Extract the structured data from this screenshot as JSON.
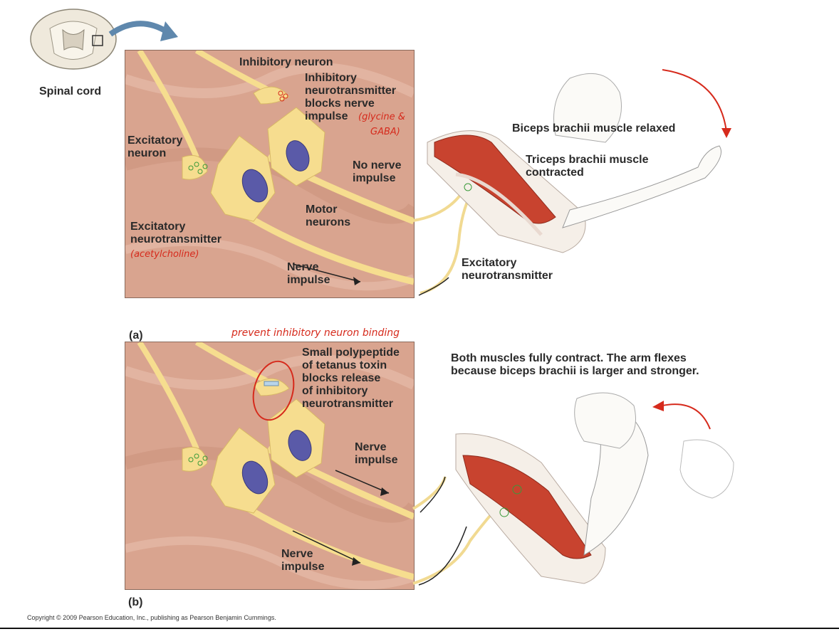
{
  "spinal_cord": {
    "label": "Spinal cord"
  },
  "panel_a": {
    "tag": "(a)",
    "labels": {
      "inhibitory_neuron": "Inhibitory neuron",
      "inhibitory_nt": "Inhibitory\nneurotransmitter\nblocks nerve\nimpulse",
      "excitatory_neuron": "Excitatory\nneuron",
      "no_nerve_impulse": "No nerve\nimpulse",
      "motor_neurons": "Motor\nneurons",
      "excitatory_nt": "Excitatory\nneurotransmitter",
      "nerve_impulse": "Nerve\nimpulse"
    },
    "handwritten": {
      "glycine": "(glycine &",
      "gaba": "GABA)",
      "acetylcholine": "(acetylcholine)"
    }
  },
  "arm_a": {
    "biceps_relaxed": "Biceps brachii muscle relaxed",
    "triceps_contracted": "Triceps brachii muscle\ncontracted",
    "excitatory_nt": "Excitatory\nneurotransmitter"
  },
  "panel_b": {
    "tag": "(b)",
    "labels": {
      "tetanus": "Small polypeptide\nof tetanus toxin\nblocks release\nof inhibitory\nneurotransmitter",
      "nerve_impulse_1": "Nerve\nimpulse",
      "nerve_impulse_2": "Nerve\nimpulse"
    },
    "handwritten": {
      "note": "prevent inhibitory neuron binding"
    }
  },
  "arm_b": {
    "caption": "Both muscles fully contract. The arm flexes\nbecause biceps brachii is larger and stronger."
  },
  "copyright": "Copyright © 2009 Pearson Education, Inc., publishing as Pearson Benjamin Cummings.",
  "colors": {
    "tissue": "#d9a48f",
    "neuron": "#f6dd8f",
    "nucleus": "#5a5aa8",
    "muscle": "#c8432f",
    "annotation": "#d62a1c"
  }
}
